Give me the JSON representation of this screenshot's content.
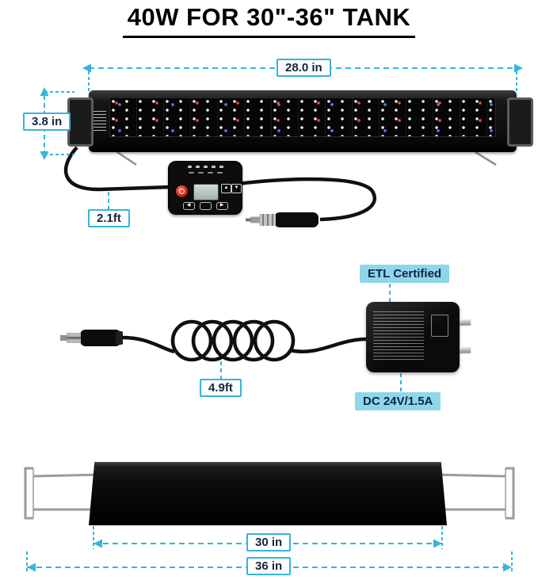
{
  "title": "40W FOR 30\"-36\" TANK",
  "colors": {
    "accent": "#35b5d9",
    "tag_bg": "#8fd6ea",
    "tag_text": "#0a2540"
  },
  "dimensions": {
    "light_width": "28.0 in",
    "light_height": "3.8 in",
    "controller_cable_length": "2.1ft",
    "power_cable_length": "4.9ft",
    "bracket_min_span": "30 in",
    "bracket_max_span": "36 in"
  },
  "certification_label": "ETL Certified",
  "power_output_label": "DC 24V/1.5A",
  "controller": {
    "up_glyph": "▲",
    "down_glyph": "▼",
    "left_glyph": "◀",
    "right_glyph": "▶"
  }
}
